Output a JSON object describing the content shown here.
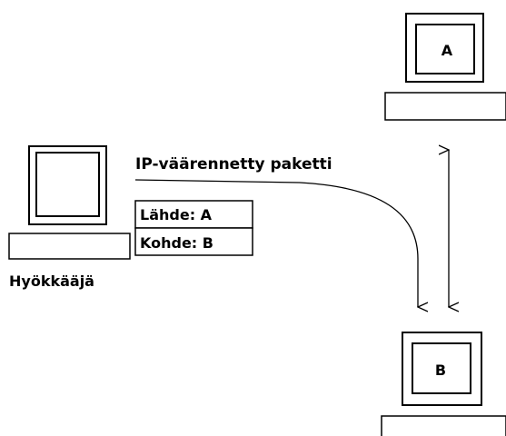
{
  "computers": {
    "a": {
      "label": "A"
    },
    "b": {
      "label": "B"
    },
    "attacker": {
      "label": "Hyökkääjä"
    }
  },
  "packet": {
    "title": "IP-väärennetty paketti",
    "source": "Lähde: A",
    "destination": "Kohde: B"
  }
}
